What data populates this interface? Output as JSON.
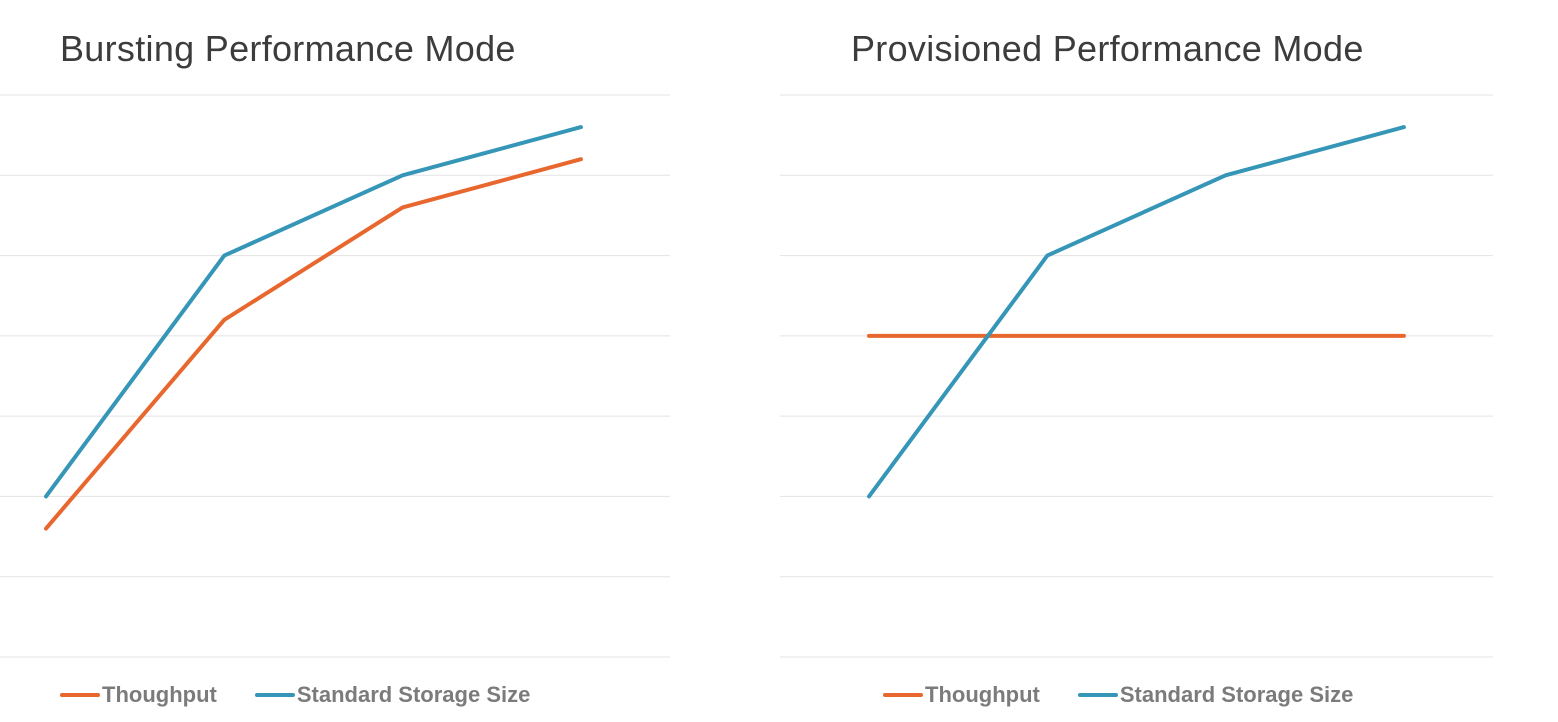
{
  "colors": {
    "thoughput": "#e8672f",
    "storage": "#3596b7",
    "grid": "#e3e3e3",
    "title": "#3c3c3c",
    "legend_text": "#7b7b7b"
  },
  "chart_data": [
    {
      "type": "line",
      "title": "Bursting Performance Mode",
      "x": [
        1,
        2,
        3,
        4
      ],
      "ylim": [
        0,
        7
      ],
      "grid": true,
      "legend_position": "bottom",
      "series": [
        {
          "name": "Thoughput",
          "values": [
            1.6,
            4.2,
            5.6,
            6.2
          ]
        },
        {
          "name": "Standard Storage Size",
          "values": [
            2.0,
            5.0,
            6.0,
            6.6
          ]
        }
      ]
    },
    {
      "type": "line",
      "title": "Provisioned Performance Mode",
      "x": [
        1,
        2,
        3,
        4
      ],
      "ylim": [
        0,
        7
      ],
      "grid": true,
      "legend_position": "bottom",
      "series": [
        {
          "name": "Thoughput",
          "values": [
            4.0,
            4.0,
            4.0,
            4.0
          ]
        },
        {
          "name": "Standard Storage Size",
          "values": [
            2.0,
            5.0,
            6.0,
            6.6
          ]
        }
      ]
    }
  ]
}
